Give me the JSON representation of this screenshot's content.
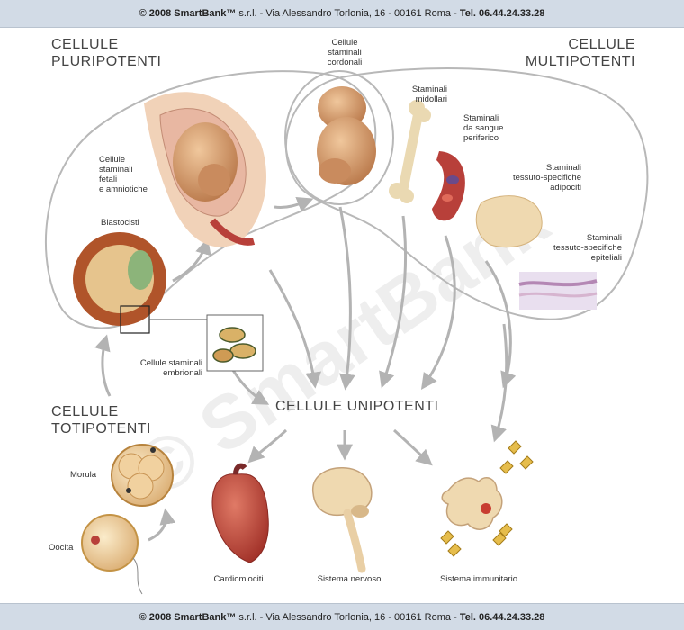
{
  "copyright": {
    "prefix": "© 2008 SmartBank™",
    "address": " s.r.l. - Via Alessandro Torlonia, 16 - 00161 Roma - ",
    "phone": "Tel. 06.44.24.33.28"
  },
  "watermark": "© SmartBank",
  "headings": {
    "pluripotent_l1": "CELLULE",
    "pluripotent_l2": "PLURIPOTENTI",
    "multipotent_l1": "CELLULE",
    "multipotent_l2": "MULTIPOTENTI",
    "totipotent_l1": "CELLULE",
    "totipotent_l2": "TOTIPOTENTI",
    "unipotent": "CELLULE UNIPOTENTI"
  },
  "labels": {
    "cord_l1": "Cellule",
    "cord_l2": "staminali",
    "cord_l3": "cordonali",
    "fetal_l1": "Cellule",
    "fetal_l2": "staminali",
    "fetal_l3": "fetali",
    "fetal_l4": "e amniotiche",
    "blastocyst": "Blastocisti",
    "embryonic_l1": "Cellule staminali",
    "embryonic_l2": "embrionali",
    "marrow_l1": "Staminali",
    "marrow_l2": "midollari",
    "blood_l1": "Staminali",
    "blood_l2": "da sangue",
    "blood_l3": "periferico",
    "adipo_l1": "Staminali",
    "adipo_l2": "tessuto-specifiche",
    "adipo_l3": "adipociti",
    "epi_l1": "Staminali",
    "epi_l2": "tessuto-specifiche",
    "epi_l3": "epiteliali",
    "morula": "Morula",
    "oocyte": "Oocita",
    "cardio": "Cardiomiociti",
    "nervous": "Sistema nervoso",
    "immune": "Sistema immunitario"
  },
  "colors": {
    "bar": "#d2dbe6",
    "outline": "#b8b8b8",
    "arrow": "#b3b3b3",
    "tissue_red": "#b8403a",
    "flesh": "#d9a173",
    "cream": "#efd9b0"
  }
}
